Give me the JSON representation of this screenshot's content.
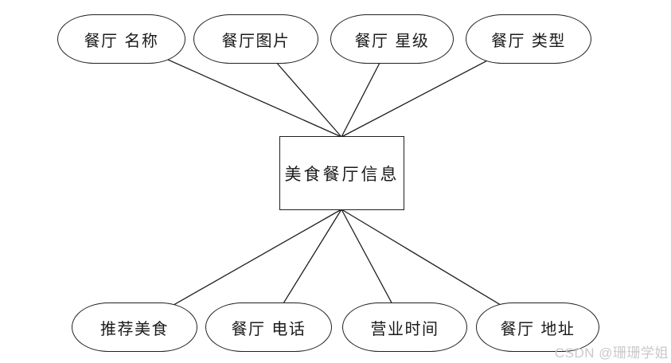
{
  "diagram": {
    "entity": {
      "label": "美食餐厅信息"
    },
    "top_attributes": [
      {
        "label": "餐厅 名称"
      },
      {
        "label": "餐厅图片"
      },
      {
        "label": "餐厅 星级"
      },
      {
        "label": "餐厅 类型"
      }
    ],
    "bottom_attributes": [
      {
        "label": "推荐美食"
      },
      {
        "label": "餐厅 电话"
      },
      {
        "label": "营业时间"
      },
      {
        "label": "餐厅 地址"
      }
    ],
    "colors": {
      "line": "#1f1f1f",
      "background": "#ffffff",
      "watermark_text": "#c9c9c9"
    }
  },
  "watermark": {
    "text": "CSDN @珊珊学姐"
  }
}
